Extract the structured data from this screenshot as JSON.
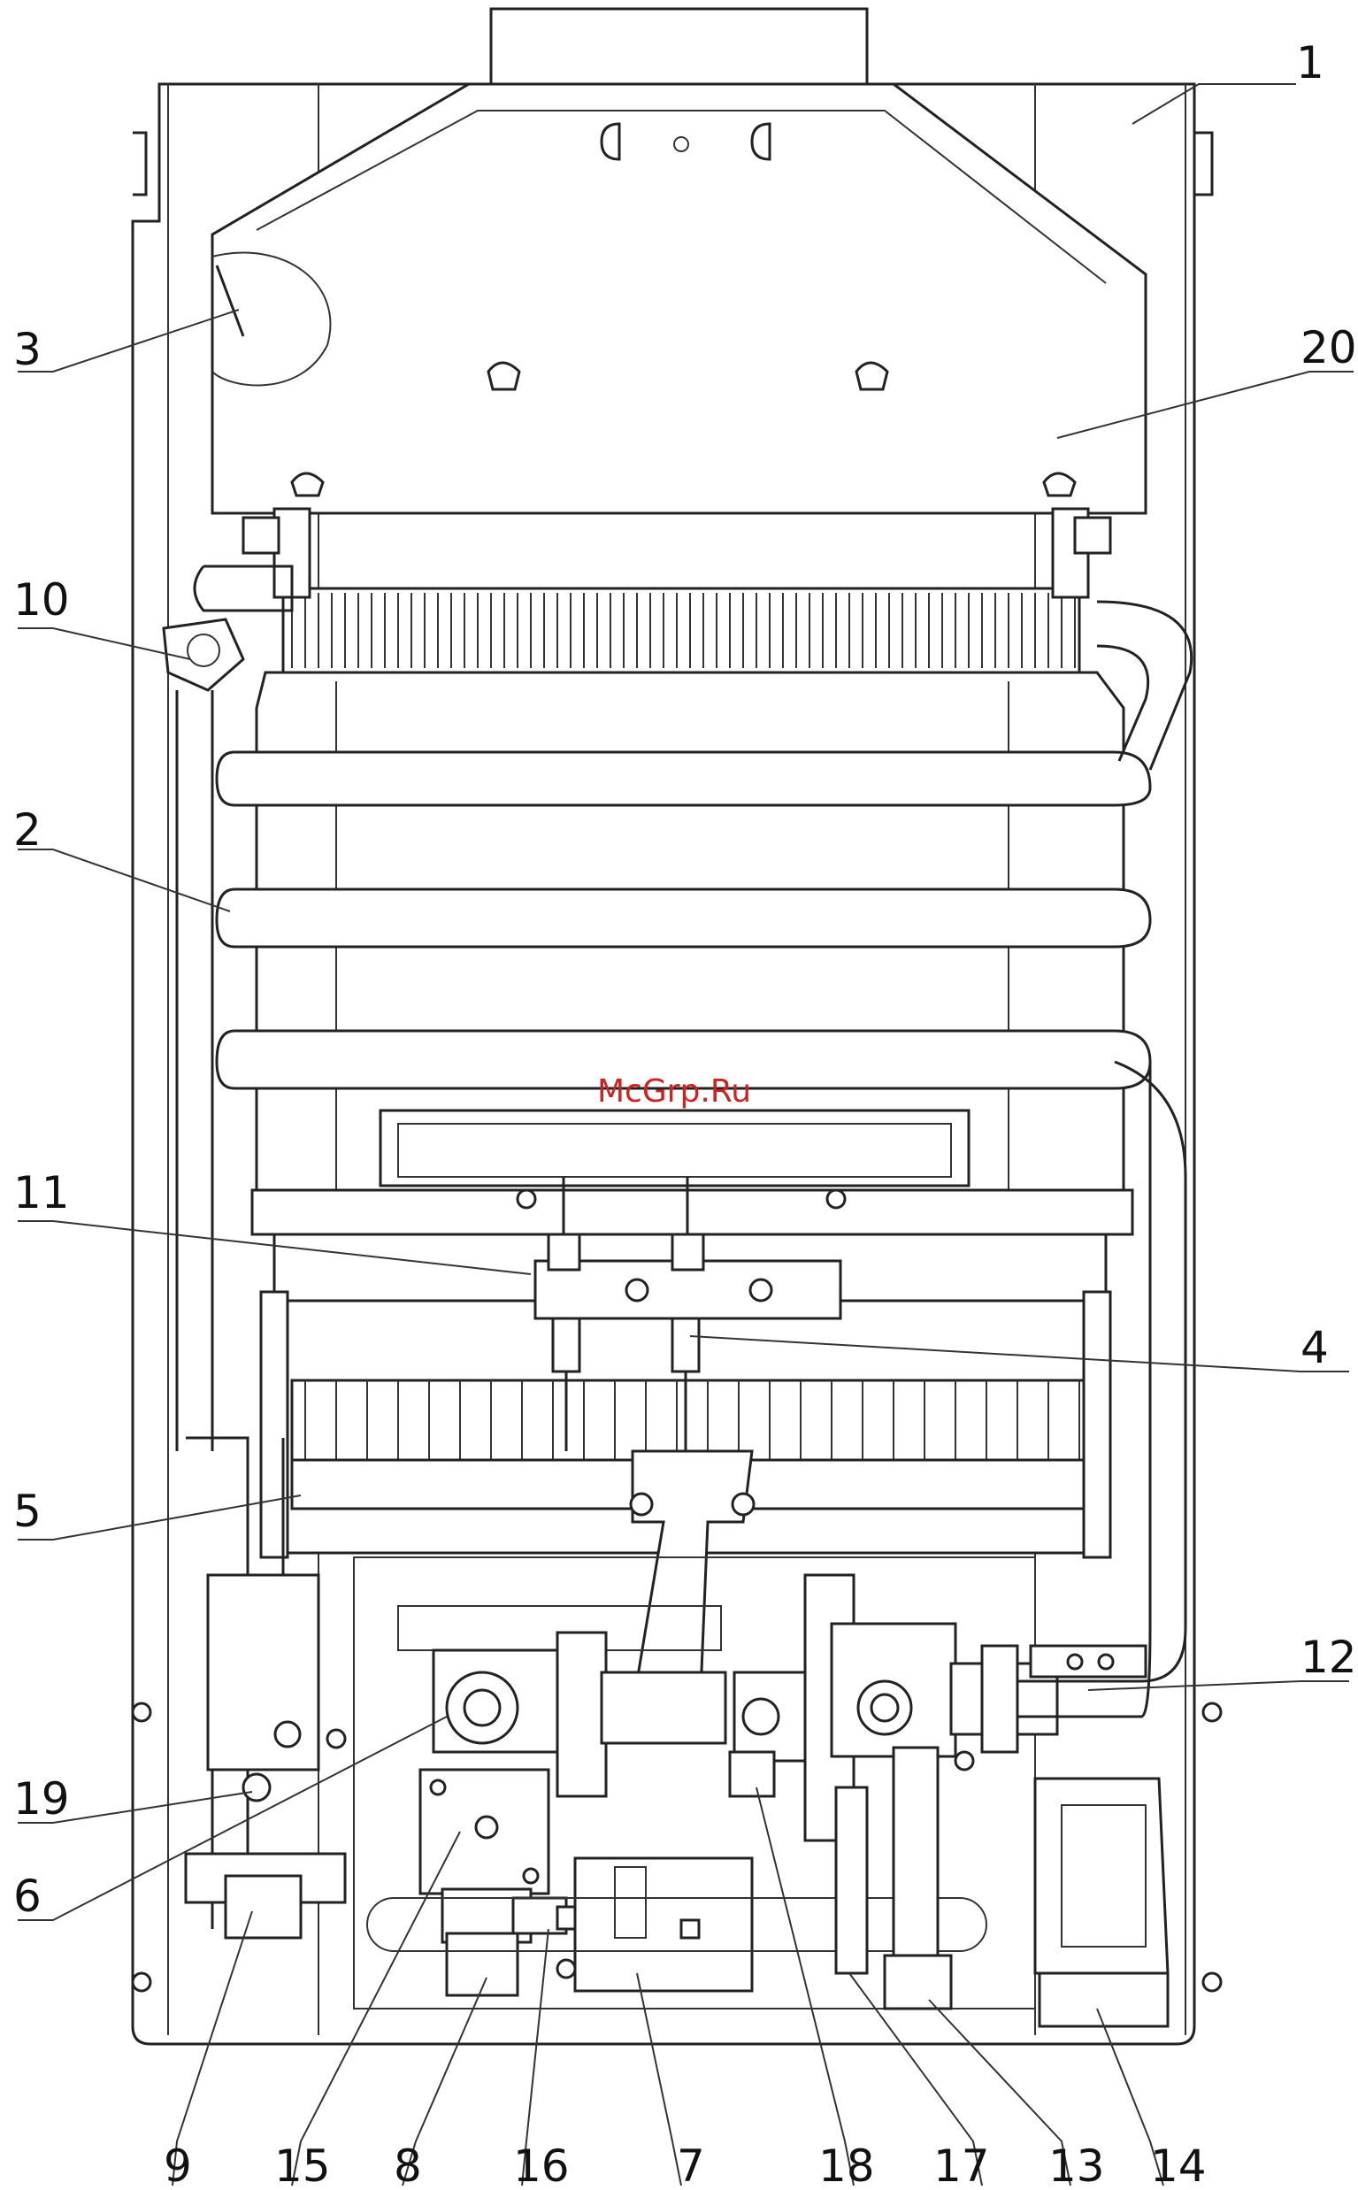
{
  "watermark": "McGrp.Ru",
  "callouts": [
    "1",
    "3",
    "20",
    "10",
    "2",
    "11",
    "4",
    "5",
    "12",
    "19",
    "6",
    "9",
    "15",
    "8",
    "16",
    "7",
    "18",
    "17",
    "13",
    "14"
  ],
  "colors": {
    "line": "#222222",
    "background": "#ffffff",
    "watermark": "#cc2222"
  }
}
